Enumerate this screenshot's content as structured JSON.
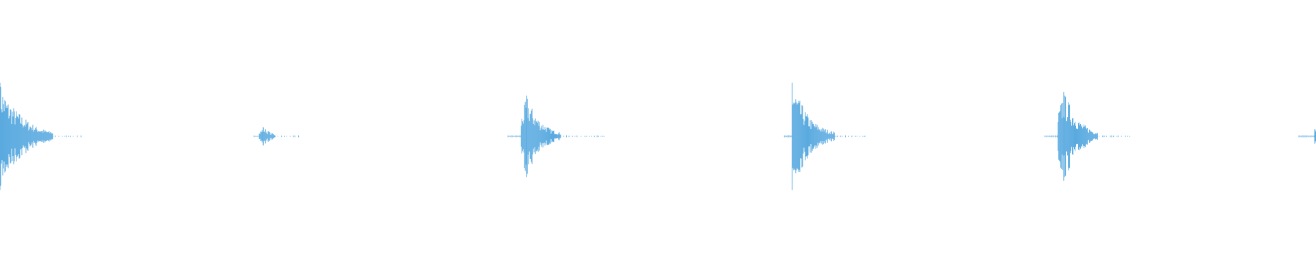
{
  "waveform": {
    "color": "#5aaae0",
    "background": "#ffffff",
    "duration": 1,
    "transients": [
      {
        "onset": 0.0,
        "peak": 0.58,
        "decay": 0.04,
        "tail": 0.022,
        "lead": 0.0,
        "shape": [
          0.58,
          0.4,
          0.3,
          0.22,
          0.15,
          0.1,
          0.07,
          0.05
        ]
      },
      {
        "onset": 0.197,
        "peak": 0.1,
        "decay": 0.012,
        "tail": 0.018,
        "lead": 0.004,
        "shape": [
          0.04,
          0.1,
          0.07,
          0.04,
          0.02
        ]
      },
      {
        "onset": 0.396,
        "peak": 0.44,
        "decay": 0.03,
        "tail": 0.035,
        "lead": 0.01,
        "shape": [
          0.2,
          0.44,
          0.3,
          0.2,
          0.14,
          0.09,
          0.06,
          0.04
        ]
      },
      {
        "onset": 0.602,
        "peak": 0.58,
        "decay": 0.032,
        "tail": 0.025,
        "lead": 0.006,
        "shape": [
          0.58,
          0.42,
          0.3,
          0.2,
          0.14,
          0.1,
          0.07,
          0.05
        ]
      },
      {
        "onset": 0.804,
        "peak": 0.48,
        "decay": 0.03,
        "tail": 0.027,
        "lead": 0.01,
        "shape": [
          0.25,
          0.48,
          0.36,
          0.24,
          0.16,
          0.11,
          0.07,
          0.05
        ]
      },
      {
        "onset": 0.999,
        "peak": 0.08,
        "decay": 0.002,
        "tail": 0.0,
        "lead": 0.012,
        "shape": [
          0.08
        ]
      }
    ]
  }
}
